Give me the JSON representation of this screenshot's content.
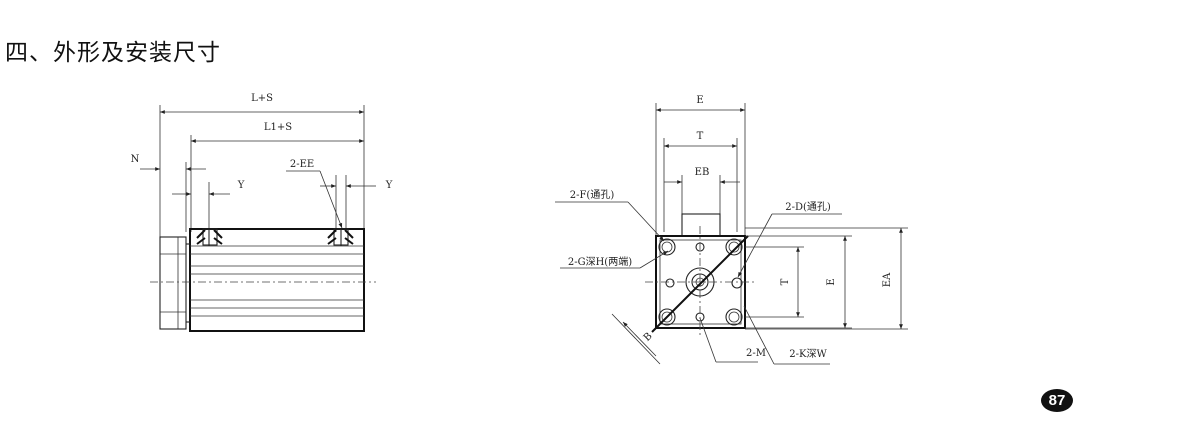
{
  "section_title": "四、外形及安装尺寸",
  "side_view": {
    "labels": {
      "overall_length": "L+S",
      "body_length": "L1+S",
      "n": "N",
      "port": "2-EE",
      "y_left": "Y",
      "y_right": "Y"
    }
  },
  "front_view": {
    "labels": {
      "e_top": "E",
      "t_top": "T",
      "eb": "EB",
      "f_hole": "2-F(通孔)",
      "d_hole": "2-D(通孔)",
      "g_depth": "2-G深H(两端)",
      "b": "B",
      "m": "2-M",
      "k_depth": "2-K深W",
      "t_right": "T",
      "e_right": "E",
      "ea": "EA"
    }
  },
  "page_number": "87"
}
